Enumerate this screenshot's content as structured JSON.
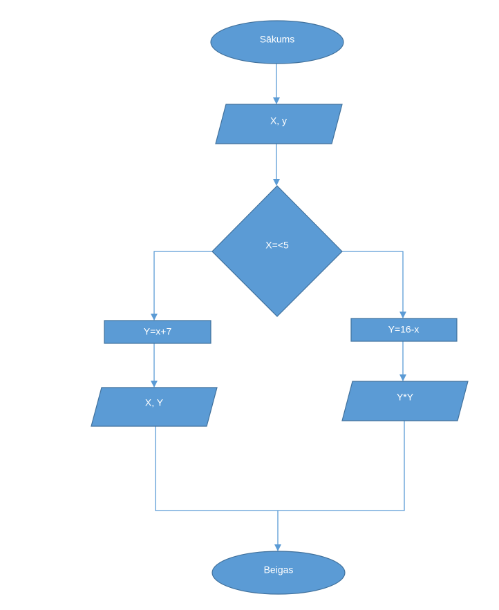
{
  "colors": {
    "node_fill": "#5b9bd5",
    "node_stroke": "#41719c",
    "line": "#5b9bd5"
  },
  "nodes": {
    "start": {
      "shape": "terminator",
      "label": "Sākums"
    },
    "input_xy": {
      "shape": "input-output",
      "label": "X, y"
    },
    "decision": {
      "shape": "decision",
      "label": "X=<5"
    },
    "process_left": {
      "shape": "process",
      "label": "Y=x+7"
    },
    "process_right": {
      "shape": "process",
      "label": "Y=16-x"
    },
    "output_left": {
      "shape": "input-output",
      "label": "X, Y"
    },
    "output_right": {
      "shape": "input-output",
      "label": "Y*Y"
    },
    "end": {
      "shape": "terminator",
      "label": "Beigas"
    }
  },
  "edges": [
    {
      "from": "start",
      "to": "input_xy"
    },
    {
      "from": "input_xy",
      "to": "decision"
    },
    {
      "from": "decision",
      "to": "process_left"
    },
    {
      "from": "decision",
      "to": "process_right"
    },
    {
      "from": "process_left",
      "to": "output_left"
    },
    {
      "from": "process_right",
      "to": "output_right"
    },
    {
      "from": "output_left",
      "to": "end"
    },
    {
      "from": "output_right",
      "to": "end"
    }
  ]
}
